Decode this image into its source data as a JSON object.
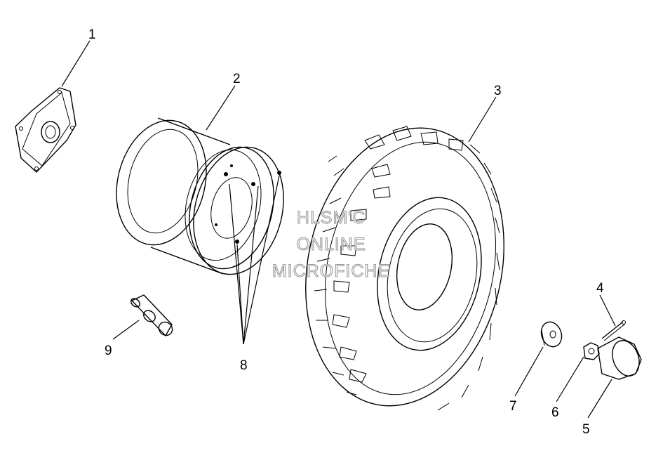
{
  "callouts": {
    "c1": "1",
    "c2": "2",
    "c3": "3",
    "c4": "4",
    "c5": "5",
    "c6": "6",
    "c7": "7",
    "c8": "8",
    "c9": "9"
  },
  "watermark": {
    "line1": "HLSM'C",
    "line2": "ONLINE",
    "line3": "MICROFICHE"
  },
  "colors": {
    "ink": "#000000",
    "watermark_stroke": "#9a9a9a",
    "background": "#ffffff"
  }
}
